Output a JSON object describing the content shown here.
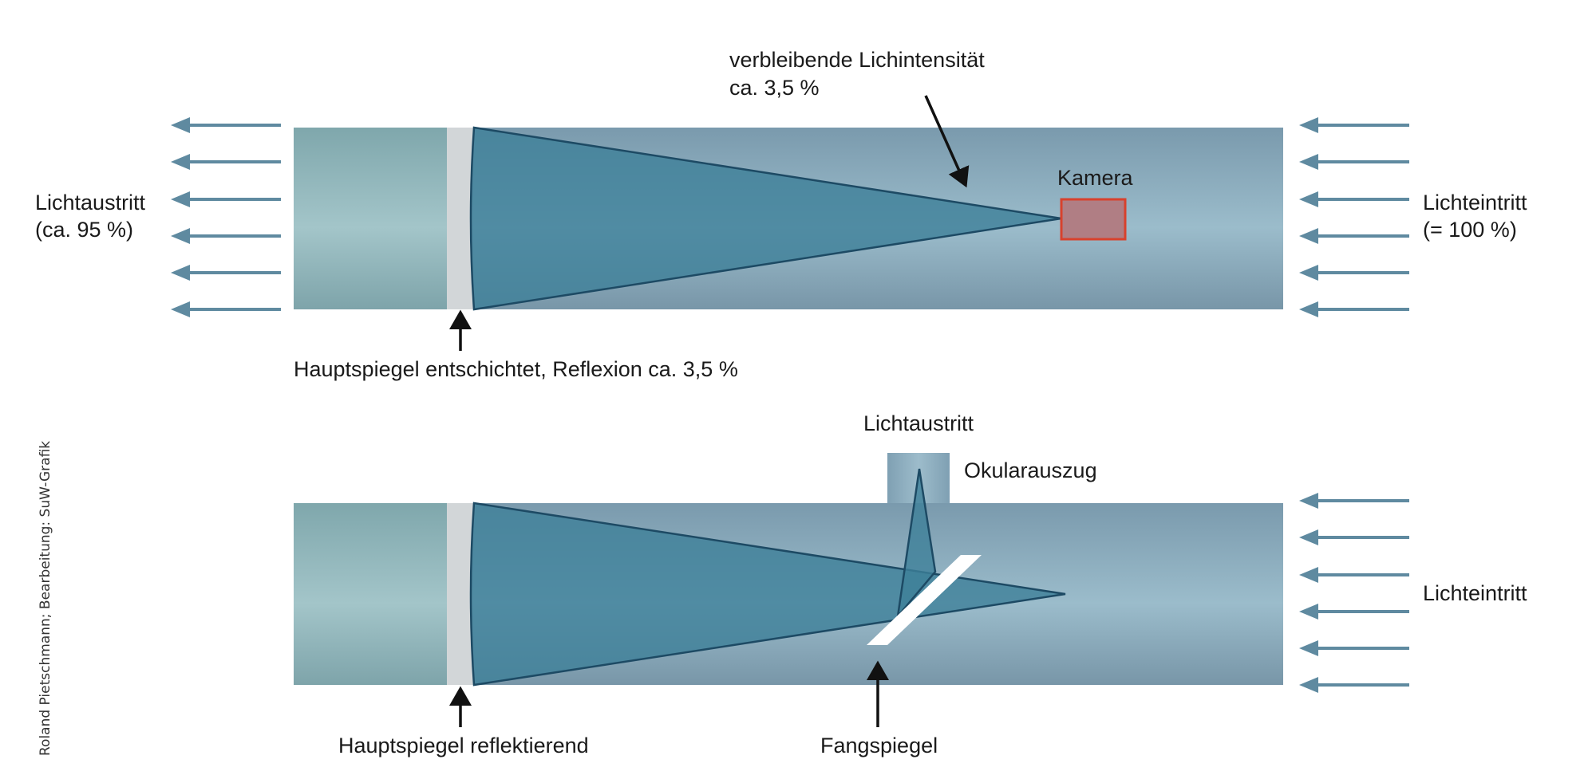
{
  "credit": "Roland Pietschmann; Bearbeitung: SuW-Grafik",
  "top": {
    "remaining_label_1": "verbleibende Lichintensität",
    "remaining_label_2": "ca. 3,5 %",
    "camera_label": "Kamera",
    "exit_label_1": "Lichtaustritt",
    "exit_label_2": "(ca. 95 %)",
    "entry_label_1": "Lichteintritt",
    "entry_label_2": "(= 100 %)",
    "mirror_caption": "Hauptspiegel entschichtet, Reflexion ca. 3,5 %"
  },
  "bottom": {
    "exit_label": "Lichtaustritt",
    "focuser_label": "Okularauszug",
    "entry_label": "Lichteintritt",
    "mirror_caption": "Hauptspiegel reflektierend",
    "secondary_caption": "Fangspiegel"
  },
  "colors": {
    "arrow": "#5f8aa0",
    "cone": "#3d7f98",
    "cone_edge": "#1d4a64",
    "camera_fill": "#b07e84",
    "camera_border": "#d8412d",
    "mirror": "#d2d6d8"
  }
}
